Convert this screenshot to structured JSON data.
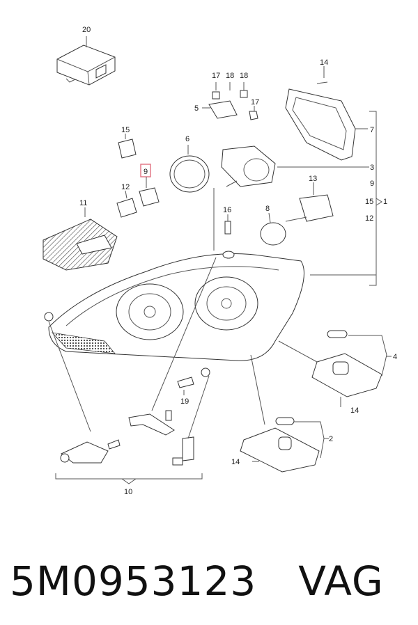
{
  "diagram": {
    "callouts": [
      "20",
      "14",
      "17",
      "18",
      "18",
      "17",
      "5",
      "7",
      "15",
      "6",
      "3",
      "9",
      "9",
      "13",
      "12",
      "15",
      "1",
      "11",
      "16",
      "8",
      "12",
      "4",
      "19",
      "14",
      "2",
      "14",
      "10"
    ],
    "highlighted_callout": "9",
    "highlight_color": "#e07080"
  },
  "caption": {
    "part_number": "5M0953123",
    "brand": "VAG"
  }
}
